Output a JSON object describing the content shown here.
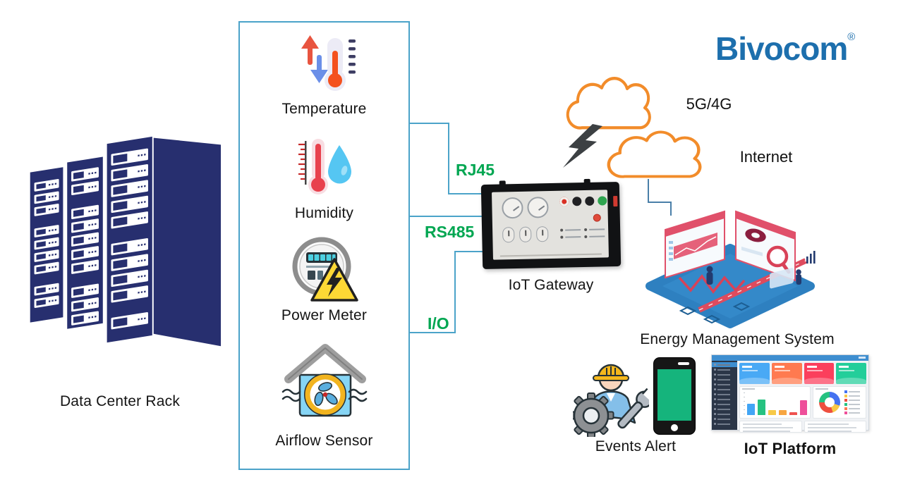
{
  "brand": {
    "name": "Bivocom",
    "registered": "®",
    "color": "#1d6fad"
  },
  "datacenter": {
    "label": "Data Center Rack",
    "icon": "server-rack-icon",
    "color": "#272f6f"
  },
  "sensor_panel": {
    "border_color": "#4ba3c9",
    "items": [
      {
        "label": "Temperature",
        "icon": "thermometer-arrows-icon"
      },
      {
        "label": "Humidity",
        "icon": "thermometer-drop-icon"
      },
      {
        "label": "Power Meter",
        "icon": "electric-meter-warning-icon"
      },
      {
        "label": "Airflow Sensor",
        "icon": "house-fan-icon"
      }
    ]
  },
  "links": {
    "color": "#00a651",
    "line_color": "#4ba3c9",
    "rj45": {
      "label": "RJ45"
    },
    "rs485": {
      "label": "RS485"
    },
    "io": {
      "label": "I/O"
    }
  },
  "gateway": {
    "label": "IoT Gateway",
    "icon": "iot-gateway-device"
  },
  "wireless": {
    "cloud_color": "#f28c2a",
    "bolt_icon": "lightning-bolt-icon",
    "cellular_cloud": {
      "label": "5G/4G",
      "icon": "cloud-icon"
    },
    "internet_cloud": {
      "label": "Internet",
      "icon": "cloud-icon"
    }
  },
  "ems": {
    "label": "Energy Management System",
    "icon": "isometric-dashboard-illustration"
  },
  "alerts": {
    "label": "Events Alert",
    "icons": [
      "maintenance-worker-icon",
      "smartphone-icon"
    ]
  },
  "platform": {
    "label": "IoT Platform",
    "icon": "dashboard-thumbnail",
    "thumbnail": {
      "topbar_color": "#3e8ed0",
      "sidebar_color": "#2b3648",
      "sidebar_rows": 13,
      "card_colors": [
        "#49a9f5",
        "#ff7a50",
        "#fb3f5c",
        "#23ce9a"
      ],
      "bars": [
        {
          "height": 55,
          "color": "#42a5f5"
        },
        {
          "height": 75,
          "color": "#26c281"
        },
        {
          "height": 25,
          "color": "#f7c948"
        },
        {
          "height": 25,
          "color": "#f7a541"
        },
        {
          "height": 15,
          "color": "#ef5350"
        },
        {
          "height": 70,
          "color": "#ee4f9a"
        }
      ],
      "donut_segments": [
        {
          "color": "#4472f0",
          "pct": 30
        },
        {
          "color": "#f7c948",
          "pct": 15
        },
        {
          "color": "#ee4f3f",
          "pct": 30
        },
        {
          "color": "#26c281",
          "pct": 25
        }
      ],
      "legend_colors": [
        "#4472f0",
        "#f7c948",
        "#ee4f3f",
        "#26c281",
        "#ff7a50",
        "#ee4f9a"
      ]
    }
  }
}
